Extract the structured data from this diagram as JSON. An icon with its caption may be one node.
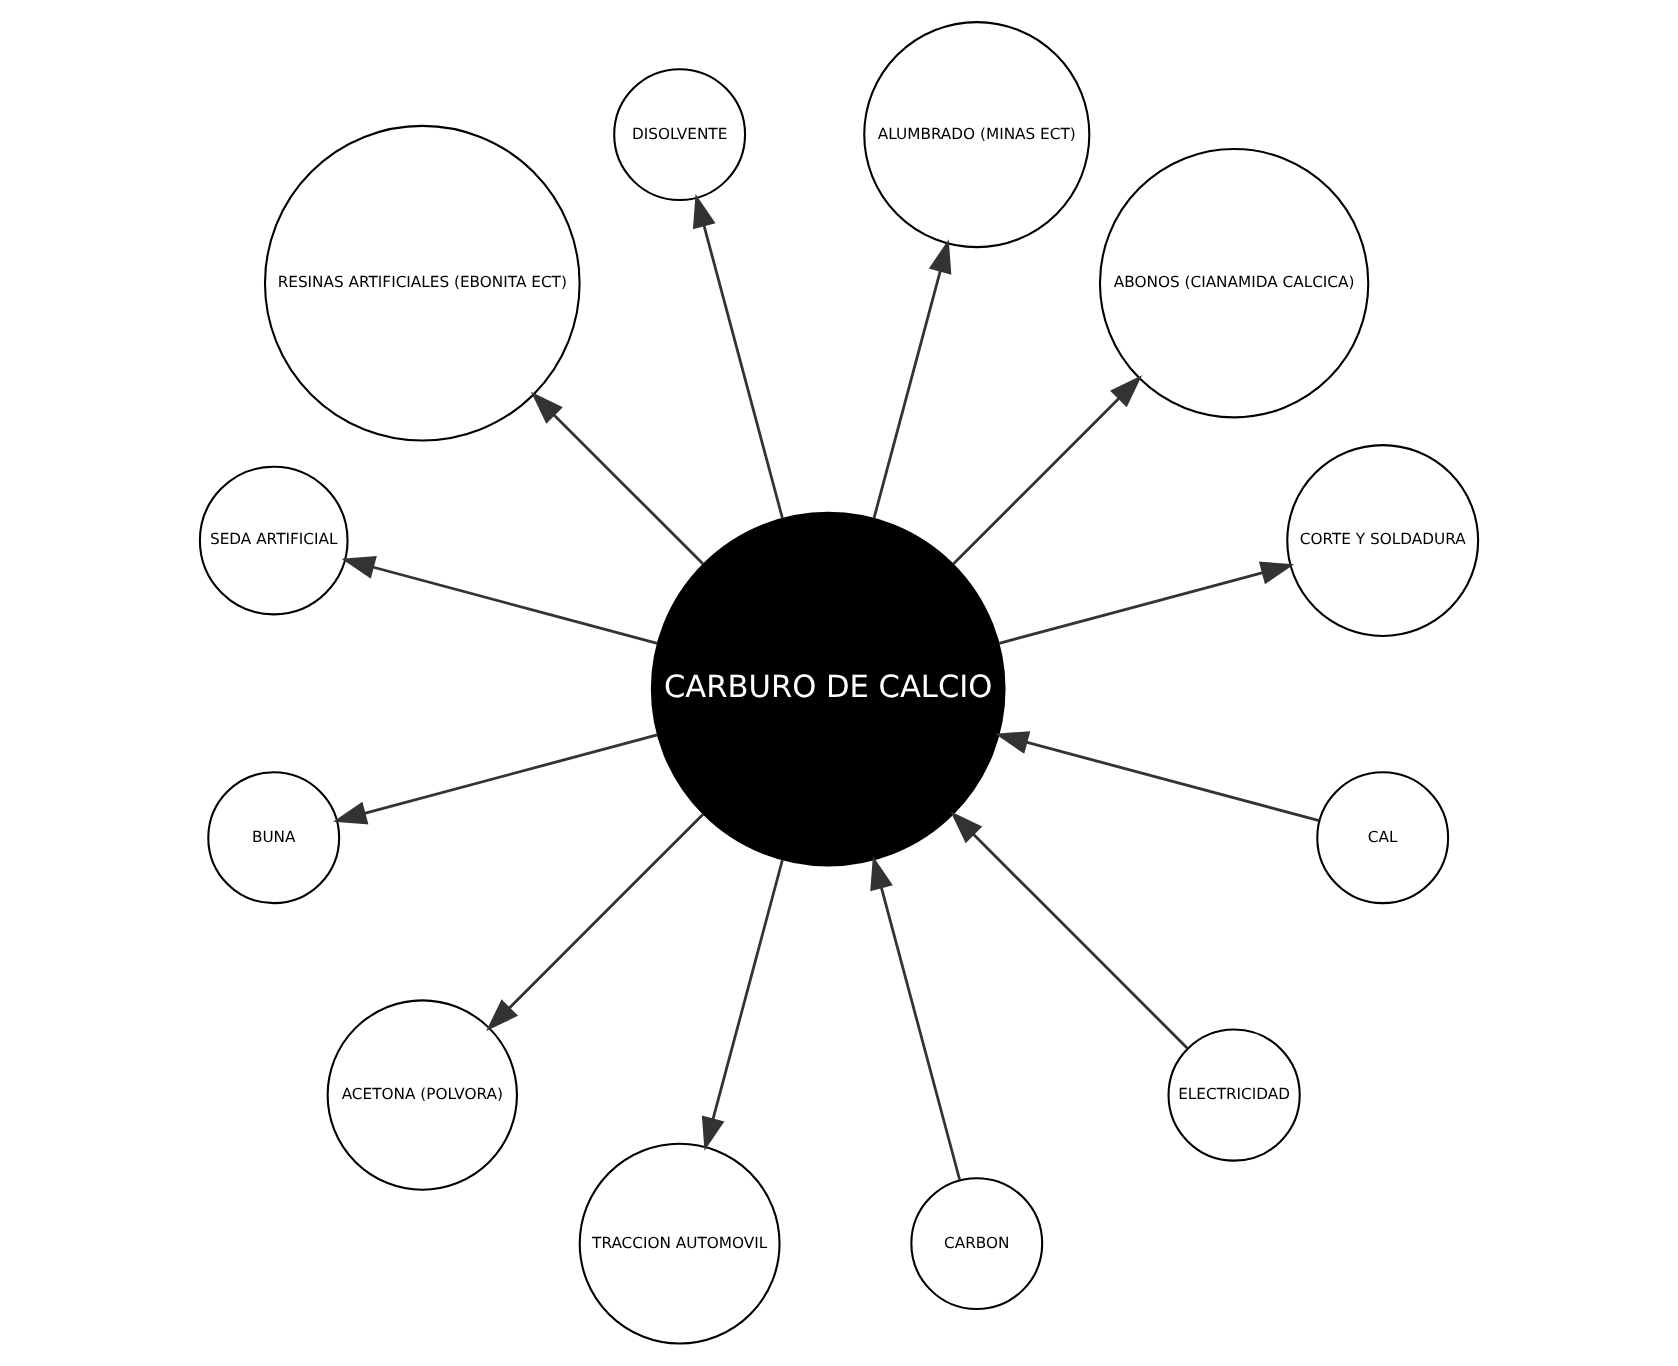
{
  "diagram": {
    "nodes": [
      {
        "text": [
          "CARBON"
        ]
      },
      {
        "text": [
          "ELECTRICIDAD"
        ]
      },
      {
        "text": [
          "CAL"
        ]
      },
      {
        "text": [
          "CORTE Y SOLDADURA"
        ]
      },
      {
        "text": [
          "CARBURO DE CALCIO"
        ]
      },
      {
        "text": [
          "ABONOS (CIANAMIDA CALCICA)"
        ]
      },
      {
        "text": [
          "ALUMBRADO (MINAS ECT)"
        ]
      },
      {
        "text": [
          "DISOLVENTE"
        ]
      },
      {
        "text": [
          "RESINAS ARTIFICIALES (EBONITA ECT)"
        ]
      },
      {
        "text": [
          "SEDA ARTIFICIAL"
        ]
      },
      {
        "text": [
          "BUNA"
        ]
      },
      {
        "text": [
          "ACETONA (POLVORA)"
        ]
      },
      {
        "text": [
          "TRACCION AUTOMOVIL"
        ]
      }
    ],
    "edges": [
      {
        "from": 0,
        "to": 4,
        "arrow": "to"
      },
      {
        "from": 1,
        "to": 4,
        "arrow": "to"
      },
      {
        "from": 2,
        "to": 4,
        "arrow": "to"
      },
      {
        "from": 4,
        "to": 5,
        "arrow": "to"
      },
      {
        "from": 4,
        "to": 3,
        "arrow": "to"
      },
      {
        "from": 4,
        "to": 6,
        "arrow": "to"
      },
      {
        "from": 4,
        "to": 7,
        "arrow": "to"
      },
      {
        "from": 4,
        "to": 9,
        "arrow": "to"
      },
      {
        "from": 4,
        "to": 8,
        "arrow": "to"
      },
      {
        "from": 4,
        "to": 11,
        "arrow": "to"
      },
      {
        "from": 4,
        "to": 12,
        "arrow": "to"
      },
      {
        "from": 4,
        "to": 10,
        "arrow": "to"
      }
    ]
  }
}
